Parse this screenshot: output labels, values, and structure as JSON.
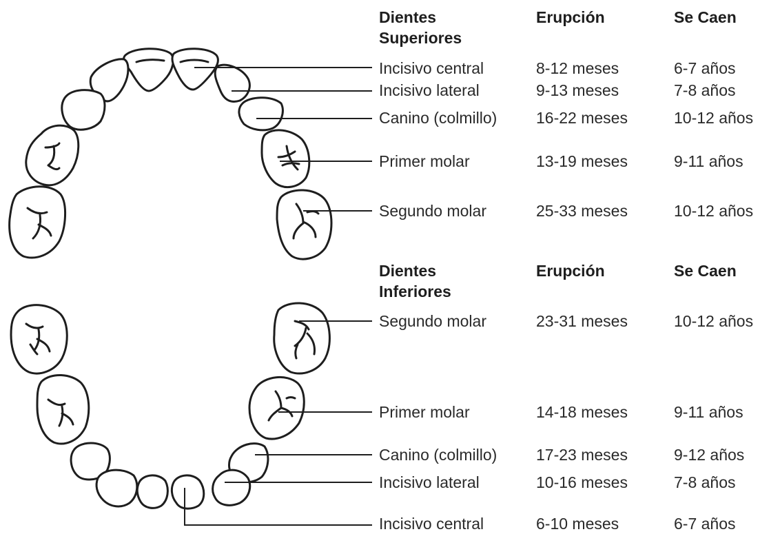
{
  "upper": {
    "header": {
      "teeth": "Dientes Superiores",
      "eruption": "Erupción",
      "shed": "Se Caen"
    },
    "rows": [
      {
        "tooth": "Incisivo central",
        "eruption": "8-12 meses",
        "shed": "6-7 años"
      },
      {
        "tooth": "Incisivo lateral",
        "eruption": "9-13 meses",
        "shed": "7-8 años"
      },
      {
        "tooth": "Canino (colmillo)",
        "eruption": "16-22 meses",
        "shed": "10-12 años"
      },
      {
        "tooth": "Primer molar",
        "eruption": "13-19 meses",
        "shed": "9-11 años"
      },
      {
        "tooth": "Segundo molar",
        "eruption": "25-33 meses",
        "shed": "10-12 años"
      }
    ]
  },
  "lower": {
    "header": {
      "teeth": "Dientes Inferiores",
      "eruption": "Erupción",
      "shed": "Se Caen"
    },
    "rows": [
      {
        "tooth": "Segundo molar",
        "eruption": "23-31 meses",
        "shed": "10-12 años"
      },
      {
        "tooth": "Primer molar",
        "eruption": "14-18 meses",
        "shed": "9-11 años"
      },
      {
        "tooth": "Canino (colmillo)",
        "eruption": "17-23 meses",
        "shed": "9-12 años"
      },
      {
        "tooth": "Incisivo lateral",
        "eruption": "10-16 meses",
        "shed": "7-8 años"
      },
      {
        "tooth": "Incisivo central",
        "eruption": "6-10 meses",
        "shed": "6-7 años"
      }
    ]
  }
}
